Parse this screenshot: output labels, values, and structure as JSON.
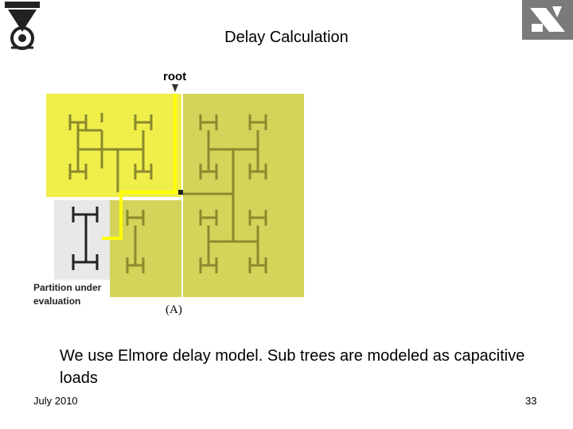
{
  "slide": {
    "title": "Delay Calculation",
    "body": "We use Elmore delay model. Sub trees are modeled as capacitive loads",
    "footer_date": "July 2010",
    "page_number": "33"
  },
  "figure": {
    "root_label": "root",
    "partition_label": [
      "Partition under",
      "evaluation"
    ],
    "caption": "(A)",
    "colors": {
      "yellow_region": "#d4d35a",
      "light_yellow": "#f0ee4a",
      "highlight_path": "#ffff00",
      "tree_lines": "#8a8a2e",
      "gray_region": "#e8e8e8"
    }
  },
  "logos": {
    "left": "technion-logo",
    "right": "institution-logo"
  }
}
